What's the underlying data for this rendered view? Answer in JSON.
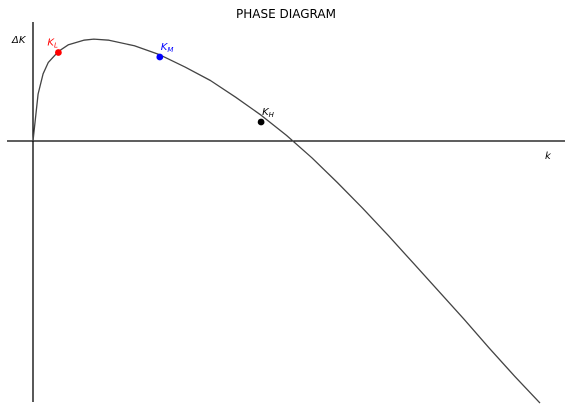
{
  "chart_data": {
    "type": "line",
    "title": "PHASE DIAGRAM",
    "xlabel": "k",
    "ylabel": "ΔK",
    "grid": false,
    "legend": "none",
    "xlim": [
      0,
      1.0
    ],
    "ylim": [
      -2.2,
      1.0
    ],
    "series": [
      {
        "color": "#444444",
        "x": [
          0.0,
          0.01,
          0.02,
          0.03,
          0.05,
          0.07,
          0.1,
          0.12,
          0.15,
          0.2,
          0.25,
          0.3,
          0.35,
          0.4,
          0.45,
          0.5,
          0.55,
          0.6,
          0.65,
          0.7,
          0.75,
          0.8,
          0.85,
          0.9,
          0.95,
          1.0
        ],
        "y": [
          0.0,
          0.42,
          0.6,
          0.7,
          0.8,
          0.86,
          0.9,
          0.91,
          0.9,
          0.85,
          0.77,
          0.66,
          0.54,
          0.39,
          0.23,
          0.05,
          -0.15,
          -0.37,
          -0.6,
          -0.84,
          -1.09,
          -1.34,
          -1.59,
          -1.85,
          -2.1,
          -2.34
        ]
      }
    ],
    "points": [
      {
        "label": "K",
        "sub": "L",
        "x": 0.05,
        "y": 0.79,
        "color": "#ff0000"
      },
      {
        "label": "K",
        "sub": "M",
        "x": 0.25,
        "y": 0.75,
        "color": "#0000ff"
      },
      {
        "label": "K",
        "sub": "H",
        "x": 0.45,
        "y": 0.17,
        "color": "#000000"
      }
    ]
  }
}
